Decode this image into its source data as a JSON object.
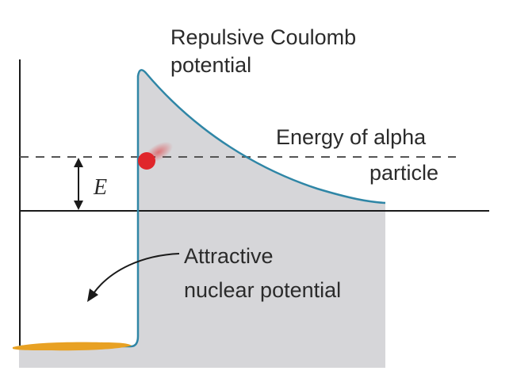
{
  "diagram": {
    "labels": {
      "coulomb_line1": "Repulsive Coulomb",
      "coulomb_line2": "potential",
      "energy_line1": "Energy of alpha",
      "energy_line2": "particle",
      "energy_symbol": "E",
      "attractive_line1": "Attractive",
      "attractive_line2": "nuclear potential"
    },
    "colors": {
      "potential_curve": "#2f86a6",
      "barrier_fill": "#d6d6d9",
      "alpha_particle": "#e0262b",
      "nucleus_mark": "#e8a123",
      "axes": "#1a1a1a",
      "energy_dashes": "#555555"
    }
  }
}
